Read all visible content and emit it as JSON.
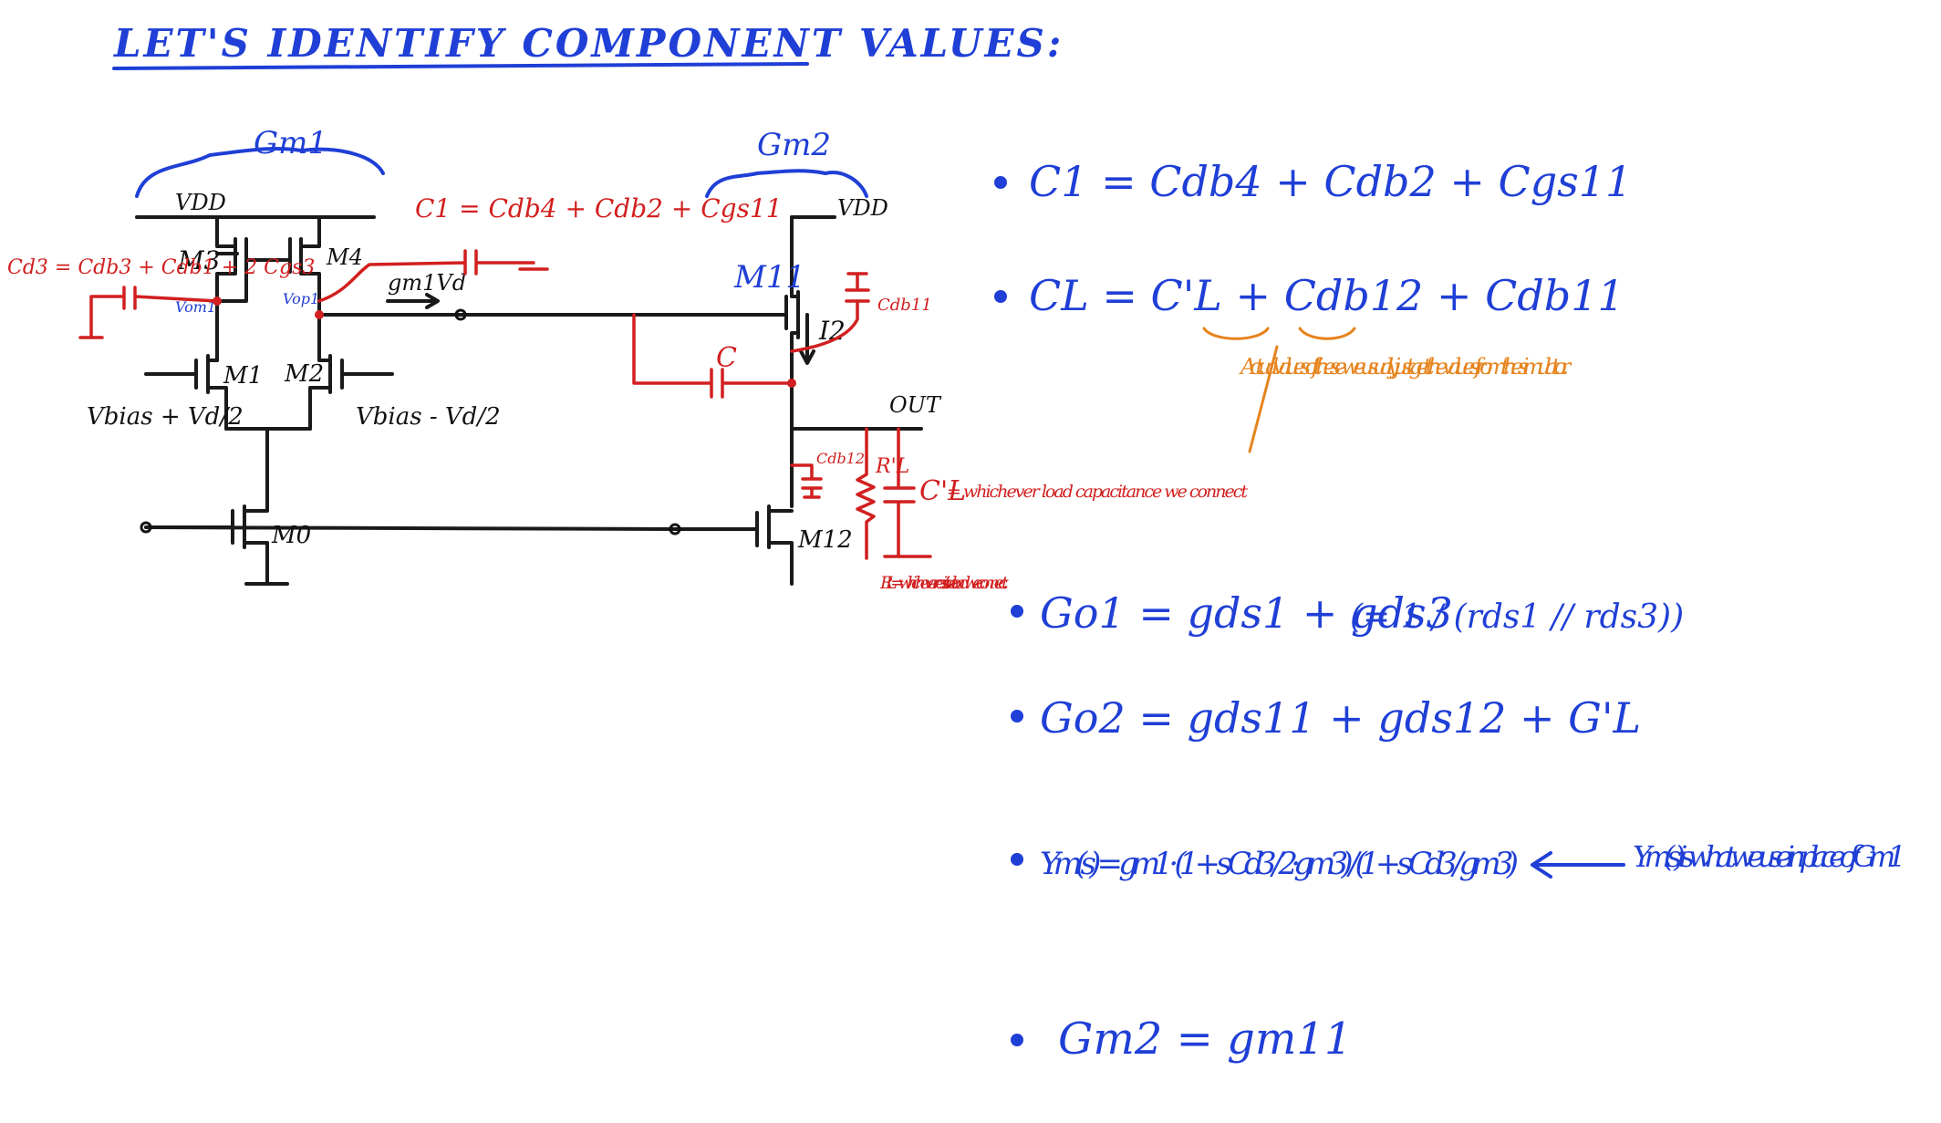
{
  "title": "LET'S IDENTIFY COMPONENT VALUES:",
  "circuit": {
    "gm1_label": "Gm1",
    "gm2_label": "Gm2",
    "vdd_left": "VDD",
    "vdd_right": "VDD",
    "m3": "M3",
    "m4": "M4",
    "m1": "M1",
    "m2": "M2",
    "m0": "M0",
    "m11": "M11",
    "m12": "M12",
    "von1": "Vom1",
    "vop1": "Vop1",
    "gm1vd": "gm1Vd",
    "i2": "I2",
    "out": "OUT",
    "vbias_plus": "Vbias + Vd/2",
    "vbias_minus": "Vbias - Vd/2",
    "c1_note": "C1 = Cdb4 + Cdb2 + Cgs11",
    "cd3_note": "Cd3 = Cdb3 + Cdb1 + 2 Cgs3",
    "c_label": "C",
    "cdb11": "Cdb11",
    "cdb12": "Cdb12",
    "rl_label": "R'L",
    "cl_label": "C'L",
    "cl_note": "= whichever load capacitance we connect",
    "rl_note": "R'L = whichever resistive load we connect."
  },
  "equations": {
    "c1": "C1 = Cdb4 + Cdb2 + Cgs11",
    "cl": "CL = C'L + Cdb12 + Cdb11",
    "go1": "Go1 = gds1 + gds3",
    "go1_alt": "(= 1 / (rds1 // rds3))",
    "go2": "Go2 = gds11 + gds12 + G'L",
    "ym": "Ym(s) = gm1 · (1 + s Cd3 / 2·gm3) / (1 + s Cd3 / gm3)",
    "gm2": "Gm2 = gm11"
  },
  "notes": {
    "actual_values": "Actual values of these we usually just get the values from the simulator.",
    "ym_note": "Ym(s) is what we use in place of Gm1"
  },
  "colors": {
    "blue_ink": "#1f3fd6",
    "red_ink": "#d21f1f",
    "orange_ink": "#e6841e",
    "black_ink": "#111111"
  }
}
